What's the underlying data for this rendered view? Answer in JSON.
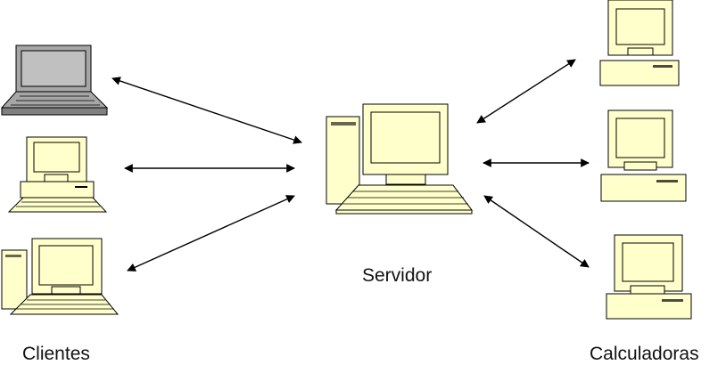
{
  "labels": {
    "server": "Servidor",
    "clients": "Clientes",
    "calculators": "Calculadoras"
  },
  "colors": {
    "screen_fill": "#ffffcc",
    "laptop_screen": "#c0c0c0",
    "laptop_body": "#a6a6a6",
    "outline": "#000000",
    "arrow": "#000000"
  },
  "icons": {
    "laptop": "laptop-icon",
    "desktop": "desktop-computer-icon",
    "tower": "tower-computer-icon",
    "arrow": "bidirectional-arrow-icon"
  }
}
